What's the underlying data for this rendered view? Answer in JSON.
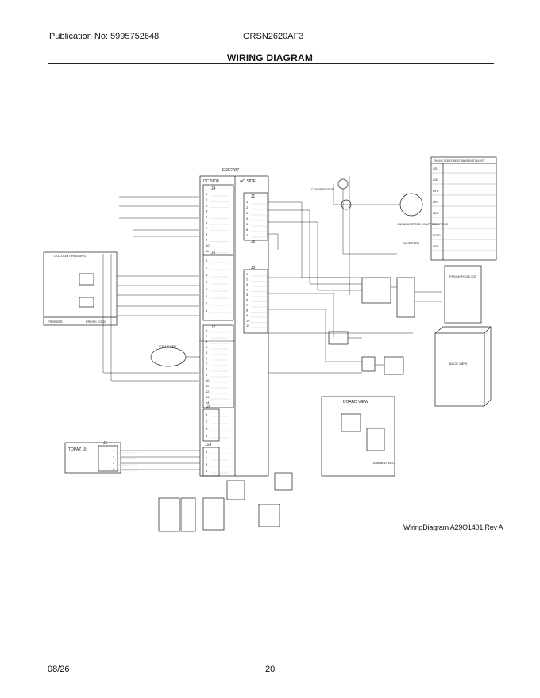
{
  "header": {
    "publication": "Publication No: 5995752648",
    "model": "GRSN2620AF3",
    "title": "WIRING DIAGRAM"
  },
  "diagram": {
    "board_name": "ERF2007",
    "dc_side": "DC SIDE",
    "ac_side": "AC SIDE",
    "connectors": {
      "j4": "J4",
      "j1": "J1",
      "j5": "J5",
      "j6": "J6",
      "j3": "J3",
      "j7": "J7",
      "j8": "J8",
      "j14": "J14",
      "j1ui": "J1",
      "topaz": "TOPAZ UI"
    },
    "j4_pins": [
      "1",
      "2",
      "3",
      "4",
      "5",
      "6",
      "7",
      "8",
      "9",
      "10",
      "11"
    ],
    "j1_pins": [
      "1",
      "2",
      "3",
      "4",
      "5",
      "6",
      "7"
    ],
    "j5_pins": [
      "1",
      "2",
      "3",
      "4",
      "5",
      "6",
      "7",
      "8"
    ],
    "j3_pins": [
      "1",
      "2",
      "3",
      "4",
      "5",
      "6",
      "7",
      "8",
      "9",
      "10",
      "11"
    ],
    "j7_pins": [
      "1",
      "2",
      "3",
      "4",
      "5",
      "6",
      "7",
      "8",
      "9",
      "10",
      "11",
      "12",
      "13",
      "14"
    ],
    "j8_pins": [
      "1",
      "2",
      "3",
      "4"
    ],
    "j14_pins": [
      "1",
      "2",
      "3",
      "4"
    ],
    "ui_pins": [
      "1",
      "2",
      "3",
      "4"
    ],
    "left_labels": {
      "led_light": "LED LIGHT HOUSING",
      "freezer": "FREEZER",
      "fresh_food": "FRESH FOOD"
    },
    "component_labels": {
      "compressor": "COMPRESSOR",
      "vsc": "VARIABLE SPEED COMPRESSOR/VSC",
      "inverter": "INVERTER",
      "ice_maker": "ICE MAKER",
      "fresh_food_ice": "FRESH FOOD ICE",
      "back_view": "BACK VIEW",
      "board_view": "BOARD VIEW",
      "ambient": "AMBIENT NTC"
    },
    "legend_title": "ONLINE COMPONENT ABBREVIATION KEY",
    "legend_rows": [
      {
        "code": "CD1",
        "desc": ""
      },
      {
        "code": "CD2",
        "desc": ""
      },
      {
        "code": "DF1",
        "desc": ""
      },
      {
        "code": "DP1",
        "desc": ""
      },
      {
        "code": "LB1",
        "desc": ""
      },
      {
        "code": "HV1",
        "desc": ""
      },
      {
        "code": "FOLD",
        "desc": ""
      },
      {
        "code": "SP1",
        "desc": ""
      }
    ],
    "colors": {
      "ink": "#1a1a1a",
      "wire": "#333333",
      "box": "#222222",
      "fill": "#f4f4f4"
    }
  },
  "caption": "WiringDiagram A29O1401 Rev A",
  "footer": {
    "date": "08/26",
    "page": "20"
  }
}
